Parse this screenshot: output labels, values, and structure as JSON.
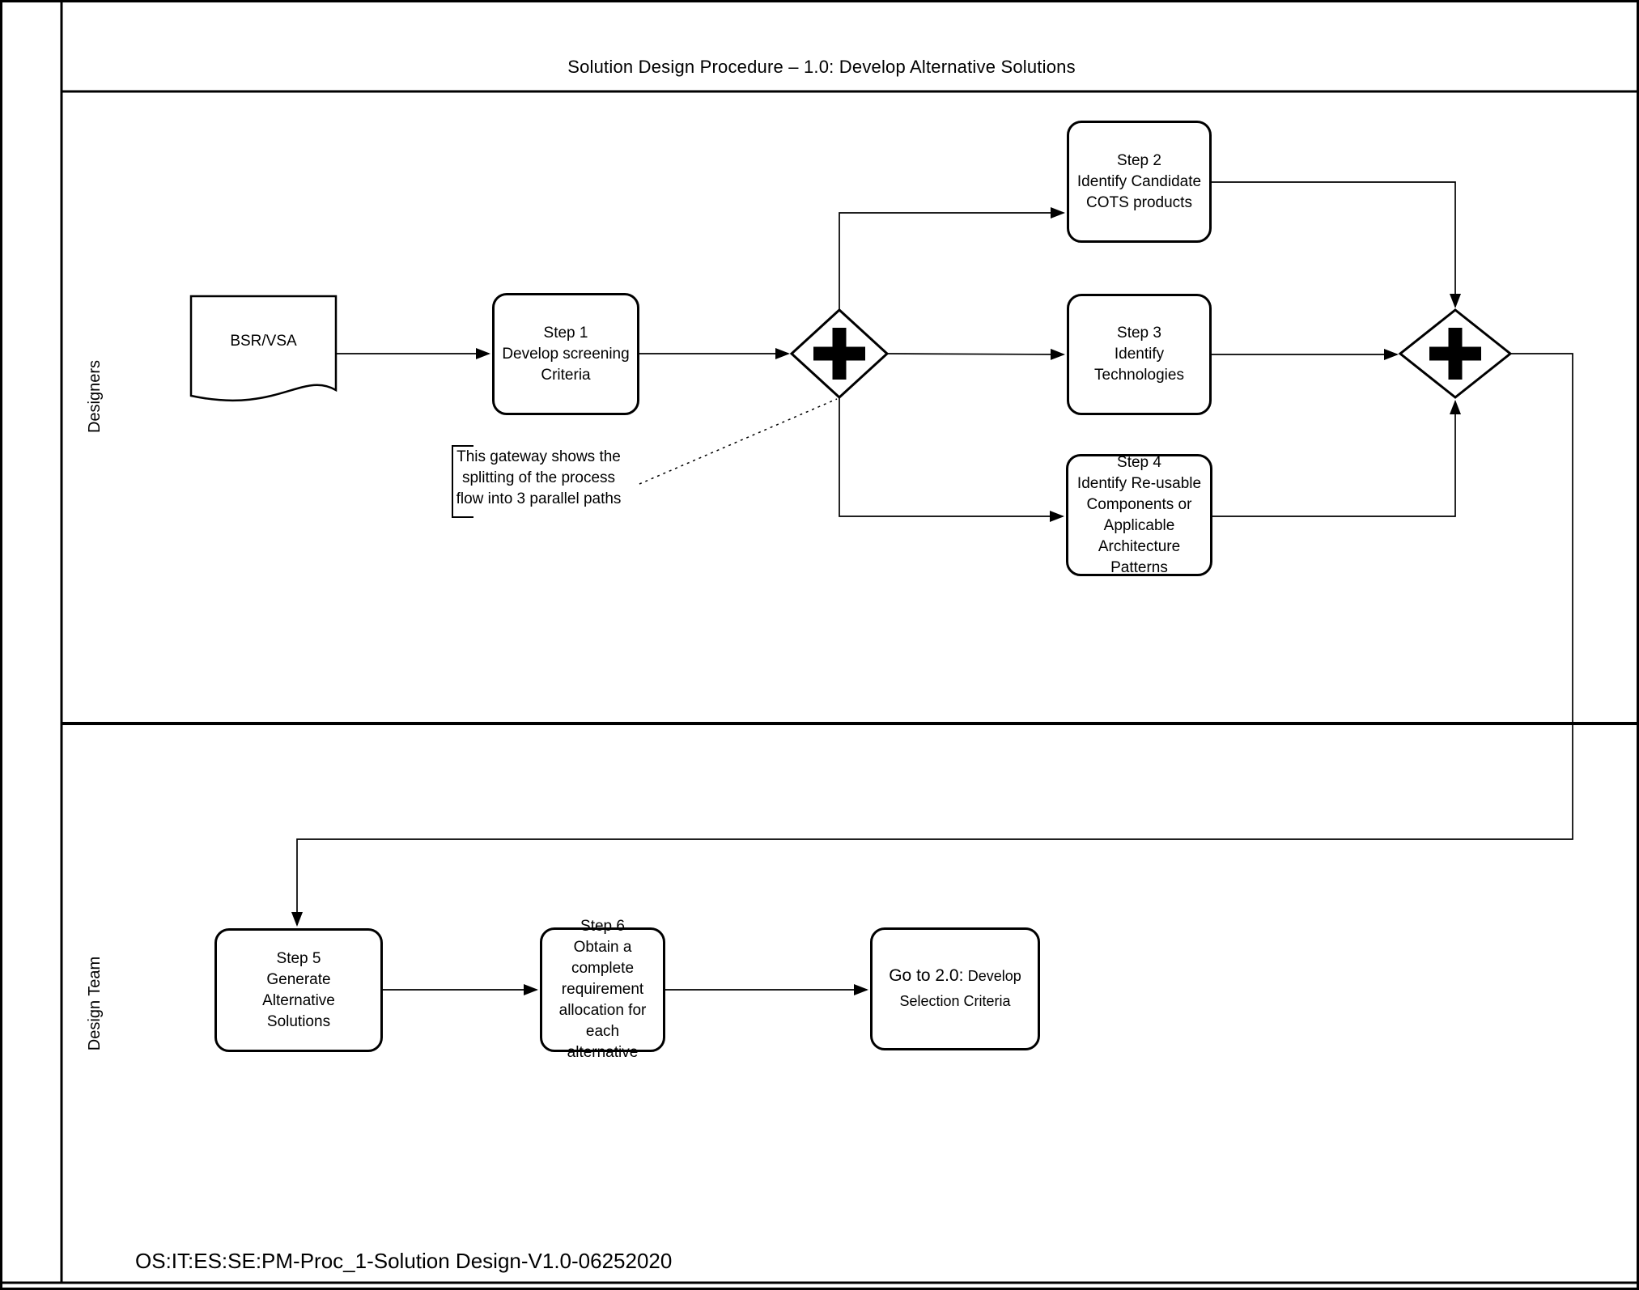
{
  "title": "Solution Design Procedure – 1.0: Develop Alternative Solutions",
  "footer": "OS:IT:ES:SE:PM-Proc_1-Solution Design-V1.0-06252020",
  "lanes": [
    {
      "label": "Designers"
    },
    {
      "label": "Design Team"
    }
  ],
  "nodes": {
    "document": {
      "label": "BSR/VSA"
    },
    "step1": {
      "label": "Step 1\nDevelop screening\nCriteria"
    },
    "step2": {
      "label": "Step 2\nIdentify Candidate\nCOTS products"
    },
    "step3": {
      "label": "Step 3\nIdentify\nTechnologies"
    },
    "step4": {
      "label": "Step 4\nIdentify Re-usable\nComponents or\nApplicable\nArchitecture\nPatterns"
    },
    "step5": {
      "label": "Step 5\nGenerate\nAlternative\nSolutions"
    },
    "step6": {
      "label": "Step 6\nObtain a complete\nrequirement\nallocation for each\nalternative"
    },
    "goto": {
      "prefix": "Go to 2.0:",
      "rest": "Develop Selection Criteria"
    }
  },
  "gateways": [
    {
      "name": "parallel-gateway-split",
      "symbol": "plus"
    },
    {
      "name": "parallel-gateway-join",
      "symbol": "plus"
    }
  ],
  "annotation": {
    "text": "This gateway shows the\nsplitting of the process\nflow into 3 parallel paths"
  },
  "colors": {
    "ink": "#000000",
    "paper": "#ffffff"
  }
}
